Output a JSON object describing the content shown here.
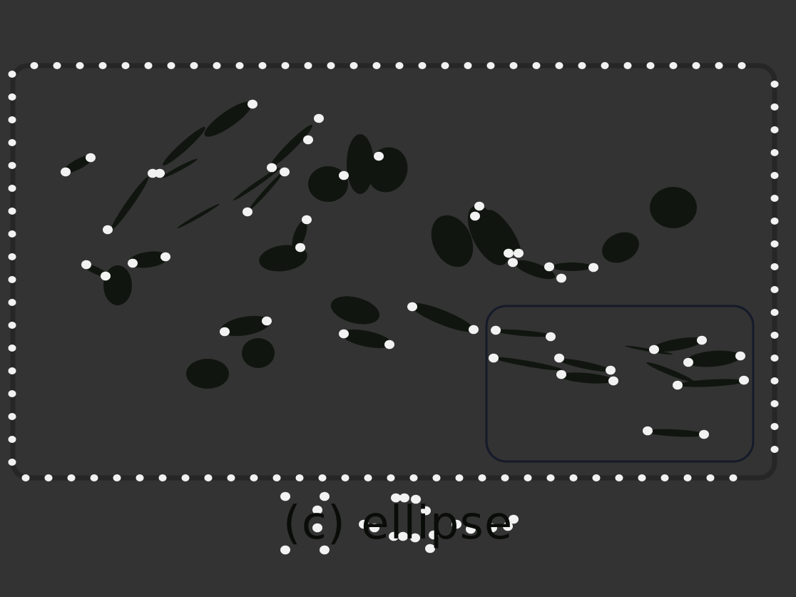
{
  "caption": "(c) ellipse",
  "colors": {
    "background": "#333333",
    "ellipse_fill": "#0e140c",
    "keypoint": "#f2f2f2",
    "outer_border": "#262626",
    "inset_border": "#151a2a",
    "caption_text": "#0a0c09"
  },
  "shapes": {
    "large_ellipse_count": 18,
    "stroke_ellipse_count": 22
  }
}
